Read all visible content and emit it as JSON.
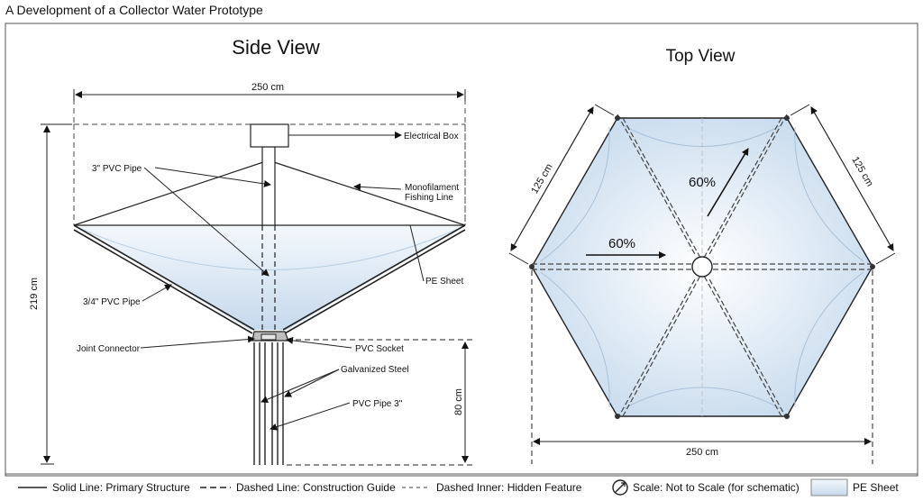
{
  "title": "A Development of a Collector Water Prototype",
  "side_view": {
    "heading": "Side View",
    "dims": {
      "width": "250 cm",
      "height": "219 cm",
      "stand": "80 cm"
    },
    "labels": {
      "electrical_box": "Electrical Box",
      "pvc_pipe_3in": "3\" PVC Pipe",
      "monofilament_1": "Monofilament",
      "monofilament_2": "Fishing Line",
      "pe_sheet": "PE Sheet",
      "pvc_pipe_34": "3/4\" PVC Pipe",
      "joint_connector": "Joint Connector",
      "pvc_socket": "PVC Socket",
      "galvanized_steel": "Galvanized Steel",
      "pvc_pipe_3": "PVC Pipe 3\""
    }
  },
  "top_view": {
    "heading": "Top View",
    "dims": {
      "left_edge": "125 cm",
      "right_edge": "125 cm",
      "bottom": "250 cm"
    },
    "slope_labels": {
      "upper": "60%",
      "left": "60%"
    }
  },
  "legend": {
    "solid": "Solid Line: Primary Structure",
    "dashed": "Dashed Line: Construction Guide",
    "dashed_inner": "Dashed Inner: Hidden Feature",
    "scale": "Scale: Not to Scale (for schematic)",
    "pe_sheet": "PE Sheet"
  },
  "colors": {
    "sheet_light": "#eef5fb",
    "sheet_dark": "#c9dcee",
    "line": "#222222",
    "frame": "#555555"
  }
}
